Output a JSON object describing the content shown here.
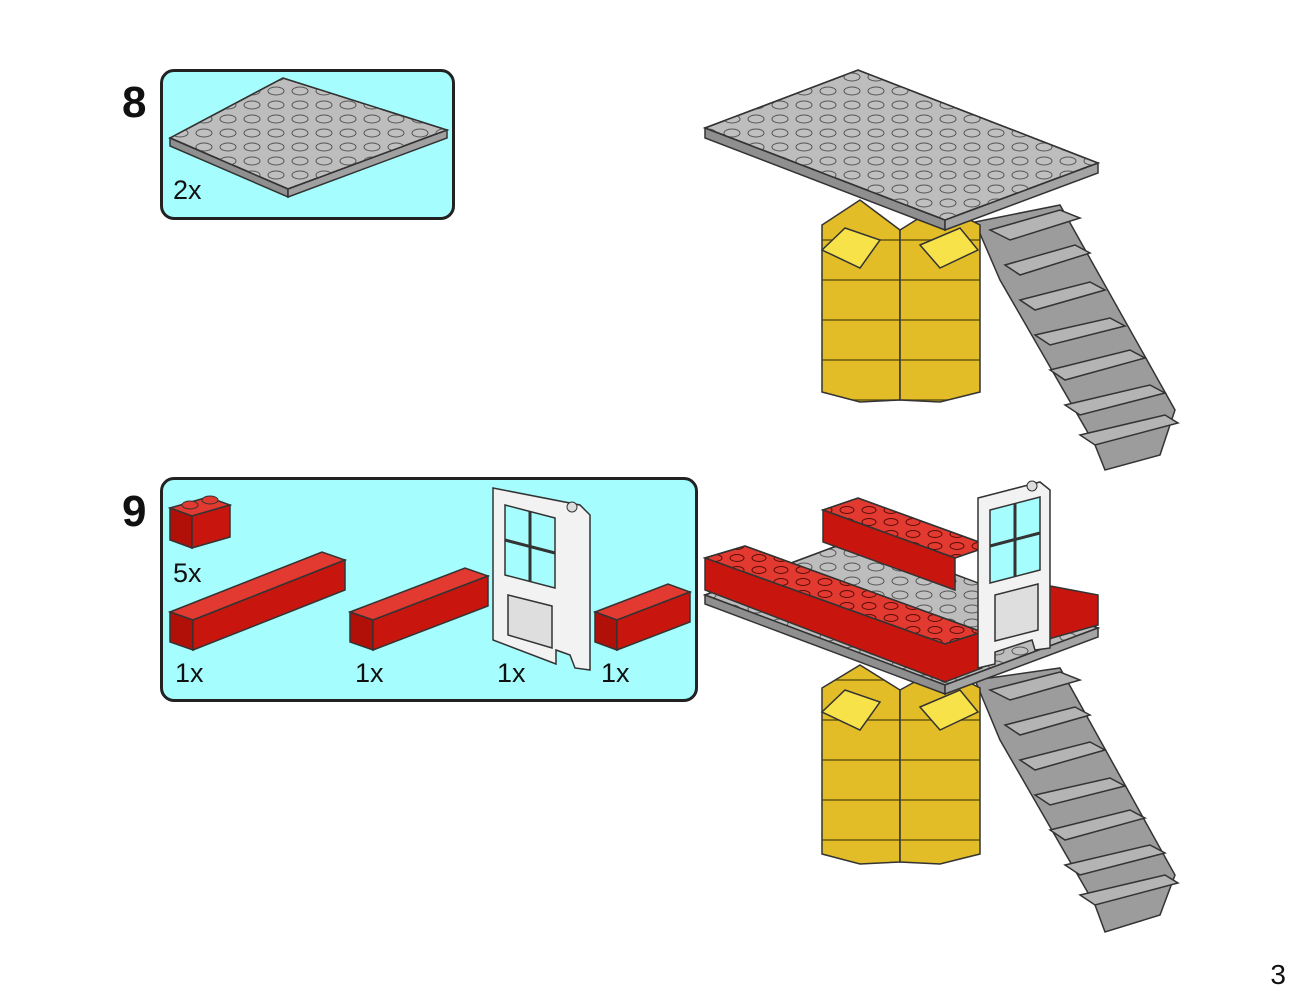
{
  "page_number": "3",
  "steps": [
    {
      "number": "8",
      "parts": [
        {
          "part": "light-gray-plate-6x8",
          "quantity": "2x"
        }
      ]
    },
    {
      "number": "9",
      "parts": [
        {
          "part": "red-brick-1x2",
          "quantity": "5x"
        },
        {
          "part": "red-brick-1x8",
          "quantity": "1x"
        },
        {
          "part": "red-brick-1x6",
          "quantity": "1x"
        },
        {
          "part": "white-door-frame",
          "quantity": "1x"
        },
        {
          "part": "red-brick-1x4",
          "quantity": "1x"
        }
      ]
    }
  ],
  "colors": {
    "parts_box_bg": "#a6fdfd",
    "brick_red": "#c8160e",
    "plate_gray": "#a6a6a6",
    "pillar_yellow": "#e8c42a",
    "door_white": "#f2f2f2"
  }
}
